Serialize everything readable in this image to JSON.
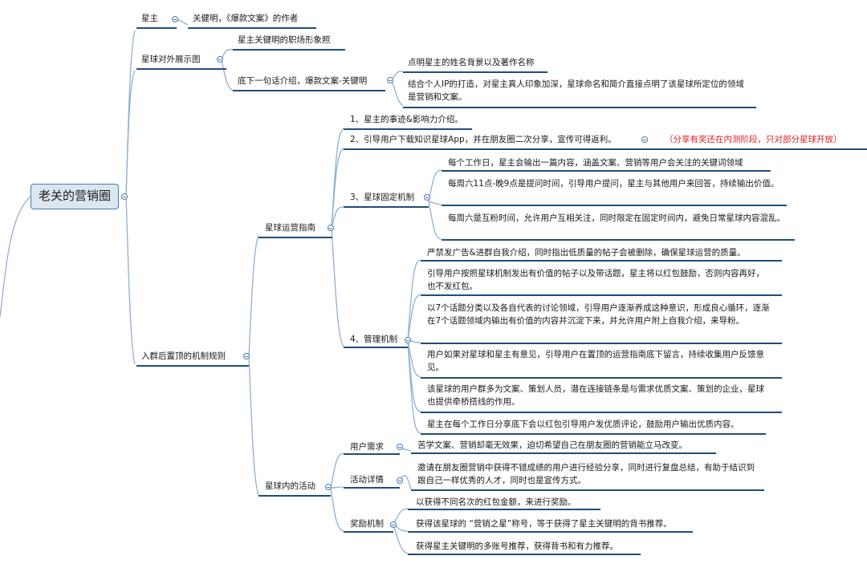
{
  "root": "老关的营销圈",
  "xz": {
    "label": "星主",
    "desc": "关健明，《爆款文案》的作者"
  },
  "dw": {
    "label": "星球对外展示图",
    "photo": "星主关键明的职场形象照",
    "intro": "底下一句话介绍，爆款文案-关键明",
    "intro_a": "点明星主的姓名背景以及著作名称",
    "intro_b": "结合个人IP的打造，对星主真人印象加深，星球命名和简介直接点明了该星球所定位的领域是营销和文案。"
  },
  "rq": {
    "label": "入群后置顶的机制规则",
    "yy": {
      "label": "星球运营指南",
      "i1": "1、星主的事迹&影响力介绍。",
      "i2": "2、引导用户下载知识星球App，并在朋友圈二次分享，宣传可得返利。",
      "i2_note": "（分享有奖还在内测阶段，只对部分星球开放）",
      "i3": "3、星球固定机制",
      "i3_items": [
        "每个工作日，星主会输出一篇内容，涵盖文案、营销等用户会关注的关键词领域",
        "每周六11点-晚9点是提问时间，引导用户提问，星主与其他用户来回答，持续输出价值。",
        "每周六是互粉时间，允许用户互相关注，同时限定在固定时间内，避免日常星球内容混乱。"
      ],
      "i4": "4、管理机制",
      "i4_items": [
        "严禁发广告&进群自我介绍，同时指出低质量的帖子会被删除，确保星球运营的质量。",
        "引导用户按照星球机制发出有价值的帖子以及带话题，星主将以红包鼓励，否则内容再好，也不发红包。",
        "以7个话题分类以及各自代表的讨论领域，引导用户逐渐养成这种意识，形成良心循环，逐渐在7个话题领域内输出有价值的内容并沉淀下来，并允许用户附上自我介绍，来导粉。",
        "用户如果对星球和星主有意见，引导用户在置顶的运营指南底下留言，持续收集用户反馈意见。",
        "该星球的用户群多为文案、策划人员，潜在连接链条是与需求优质文案、策划的企业，星球也提供牵桥搭线的作用。",
        "星主在每个工作日分享底下会以红包引导用户发优质评论，鼓励用户输出优质内容。"
      ]
    },
    "hd": {
      "label": "星球内的活动",
      "need": "用户需求",
      "need_desc": "苦学文案、营销却毫无效果，迫切希望自己在朋友圈的营销能立马改变。",
      "detail": "活动详情",
      "detail_desc": "邀请在朋友圈营销中获得不错成绩的用户进行经验分享，同时进行复盘总结，有助于结识到跟自己一样优秀的人才，同时也是宣传方式。",
      "reward": "奖励机制",
      "reward_items": [
        "以获得不同名次的红包金额，来进行奖励。",
        "获得该星球的 “营销之星”称号，等于获得了星主关键明的背书推荐。",
        "获得星主关键明的多账号推荐，获得背书和有力推荐。"
      ]
    }
  },
  "colors": {
    "line": "#1f4e79",
    "curve": "#8fb0d4",
    "root_bg": "#dce6f1",
    "note": "#e02020"
  }
}
